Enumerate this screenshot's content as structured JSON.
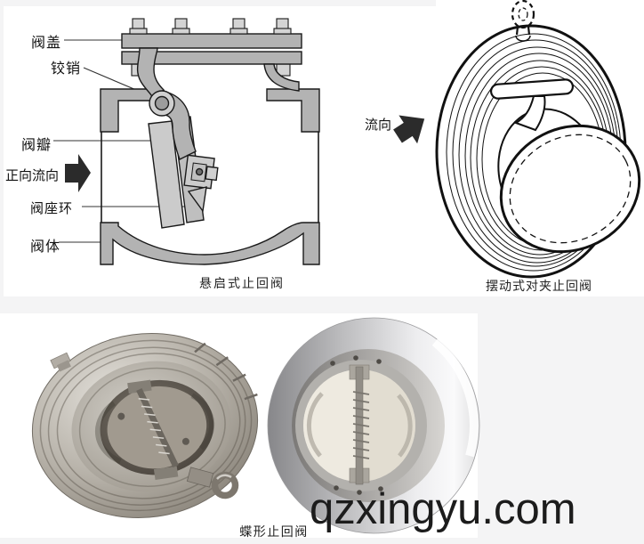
{
  "watermark": {
    "text": "qzxingyu.com",
    "color": "#1c1c1c"
  },
  "diagrams": {
    "swing_check": {
      "caption": "悬启式止回阀",
      "labels": {
        "bonnet": "阀盖",
        "hinge_pin": "铰销",
        "disc": "阀瓣",
        "forward_flow": "正向流向",
        "seat_ring": "阀座环",
        "body": "阀体"
      }
    },
    "wafer_swing": {
      "caption": "摆动式对夹止回阀",
      "flow_label": "流向"
    },
    "dual_plate": {
      "caption": "蝶形止回阀"
    }
  },
  "colors": {
    "page_bg": "#f4f4f5",
    "panel_bg": "#ffffff",
    "diagram_fill": "#b3b3b3",
    "diagram_fill_light": "#d4d4d4",
    "outline": "#1a1a1a",
    "arrow": "#2b2b2b"
  }
}
